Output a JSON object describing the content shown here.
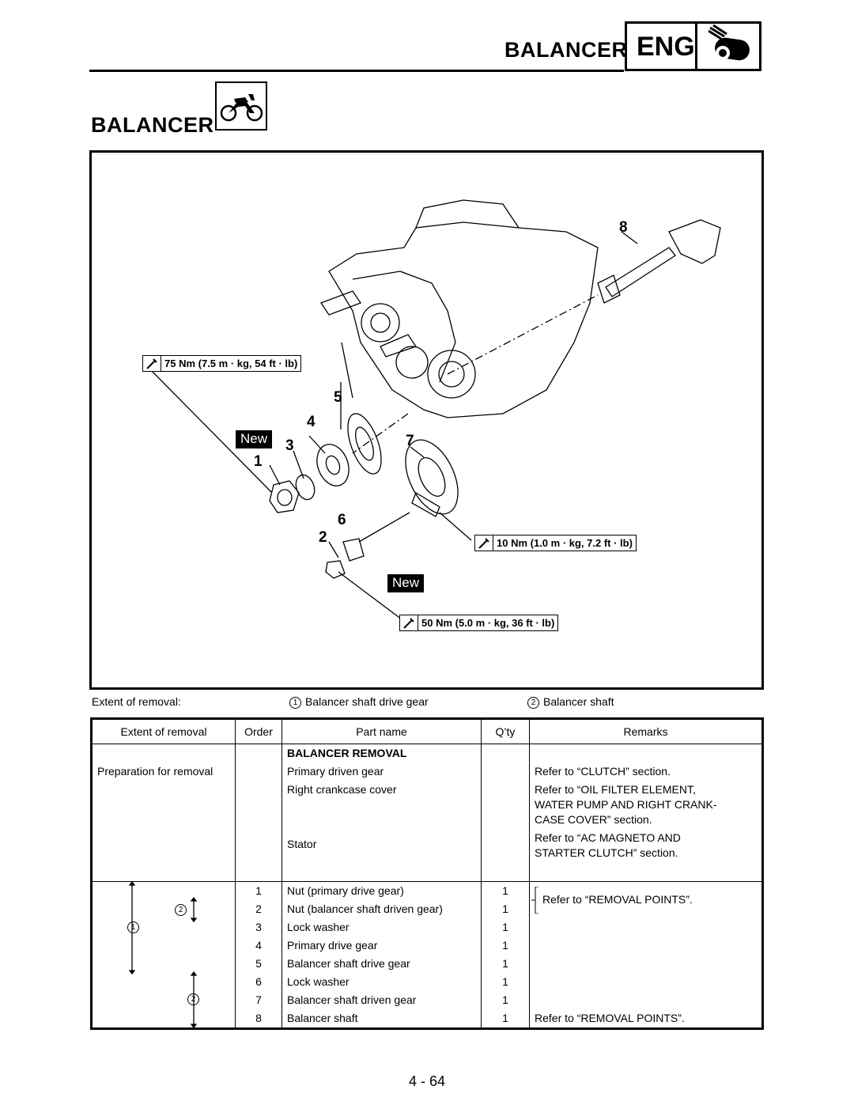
{
  "header": {
    "section_title": "BALANCER",
    "eng_label": "ENG"
  },
  "page_title": "BALANCER",
  "diagram": {
    "torques": [
      "75 Nm (7.5 m · kg, 54 ft · lb)",
      "10 Nm (1.0 m · kg, 7.2 ft · lb)",
      "50 Nm (5.0 m · kg, 36 ft · lb)"
    ],
    "callouts": [
      "1",
      "2",
      "3",
      "4",
      "5",
      "6",
      "7",
      "8"
    ],
    "new_label": "New"
  },
  "extent": {
    "label": "Extent of removal:",
    "item1_num": "1",
    "item1": "Balancer shaft drive gear",
    "item2_num": "2",
    "item2": "Balancer shaft"
  },
  "table": {
    "headers": [
      "Extent of removal",
      "Order",
      "Part name",
      "Q’ty",
      "Remarks"
    ],
    "section_heading": "BALANCER REMOVAL",
    "prep_label": "Preparation for removal",
    "prep_rows": [
      {
        "part": "Primary driven gear",
        "remarks": "Refer to “CLUTCH” section."
      },
      {
        "part": "Right crankcase cover",
        "remarks": "Refer to “OIL FILTER ELEMENT, WATER PUMP AND RIGHT CRANK- CASE COVER” section."
      },
      {
        "part": "Stator",
        "remarks": "Refer to “AC MAGNETO AND STARTER CLUTCH” section."
      }
    ],
    "prep_remark_lines": [
      "Refer to “CLUTCH” section.",
      "Refer to “OIL FILTER ELEMENT,",
      "WATER PUMP AND RIGHT CRANK-",
      "CASE COVER” section.",
      "Refer to “AC MAGNETO AND",
      "STARTER CLUTCH” section."
    ],
    "rows": [
      {
        "order": "1",
        "part": "Nut (primary drive gear)",
        "qty": "1"
      },
      {
        "order": "2",
        "part": "Nut (balancer shaft driven gear)",
        "qty": "1"
      },
      {
        "order": "3",
        "part": "Lock washer",
        "qty": "1"
      },
      {
        "order": "4",
        "part": "Primary drive gear",
        "qty": "1"
      },
      {
        "order": "5",
        "part": "Balancer shaft drive gear",
        "qty": "1"
      },
      {
        "order": "6",
        "part": "Lock washer",
        "qty": "1"
      },
      {
        "order": "7",
        "part": "Balancer shaft driven gear",
        "qty": "1"
      },
      {
        "order": "8",
        "part": "Balancer shaft",
        "qty": "1"
      }
    ],
    "remark_removal_points": "Refer to “REMOVAL POINTS”.",
    "remark_removal_points_2": "Refer to “REMOVAL POINTS”.",
    "extent_markers": [
      "1",
      "2",
      "2"
    ]
  },
  "page_number": "4 - 64"
}
